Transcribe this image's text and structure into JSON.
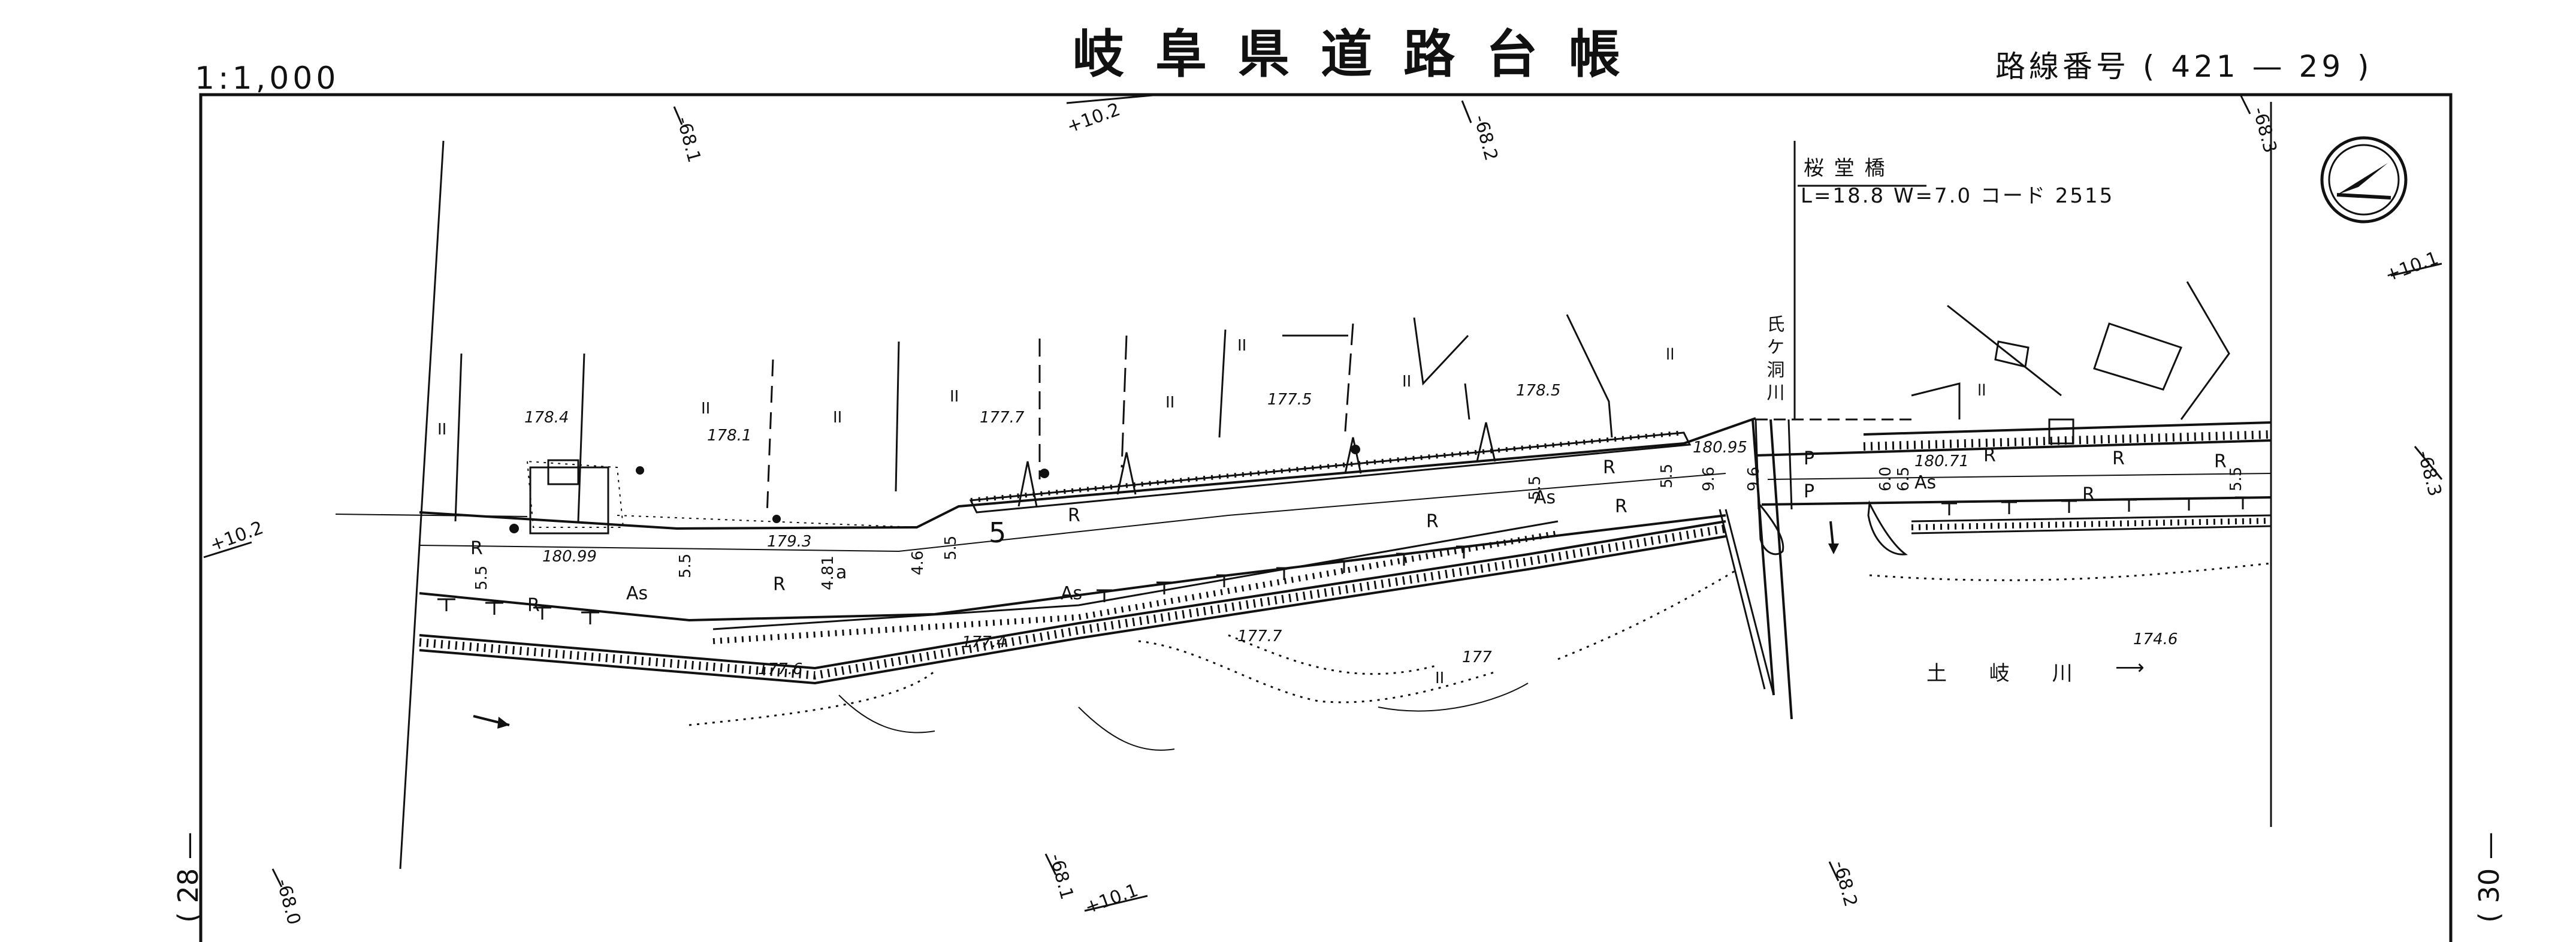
{
  "header": {
    "scale": "1:1,000",
    "title": "岐阜県道路台帳",
    "route_number": "路線番号 ( 421 — 29 )"
  },
  "sheet_refs": {
    "left": "( 28 —",
    "right": "( 30 —"
  },
  "chainage_labels": [
    "-68.1",
    "+10.2",
    "-68.2",
    "-68.3",
    "+10.1",
    "+10.2",
    "-68.3",
    "-68.0",
    "-68.1",
    "+10.1",
    "-68.2"
  ],
  "bridge": {
    "name": "桜 堂 橋",
    "spec": "L=18.8 W=7.0 コード 2515"
  },
  "stream_name": "氏ケ洞川",
  "river": {
    "name": "土 岐 川",
    "arrow": "⟶"
  },
  "elevations": [
    "178.4",
    "178.1",
    "177.7",
    "177.5",
    "178.5",
    "180.95",
    "180.71",
    "180.99",
    "179.3",
    "177.7",
    "177.6",
    "177.4",
    "177",
    "174.6"
  ],
  "surface_labels": {
    "asphalt": "As",
    "road": "R",
    "pavement": "P",
    "median": "a",
    "lane": "5"
  },
  "widths": [
    "5.5",
    "4.81",
    "4.6",
    "5.5",
    "9.6",
    "6.0",
    "6.5",
    "5.5"
  ],
  "tick_marks": [
    "II",
    "ll"
  ]
}
